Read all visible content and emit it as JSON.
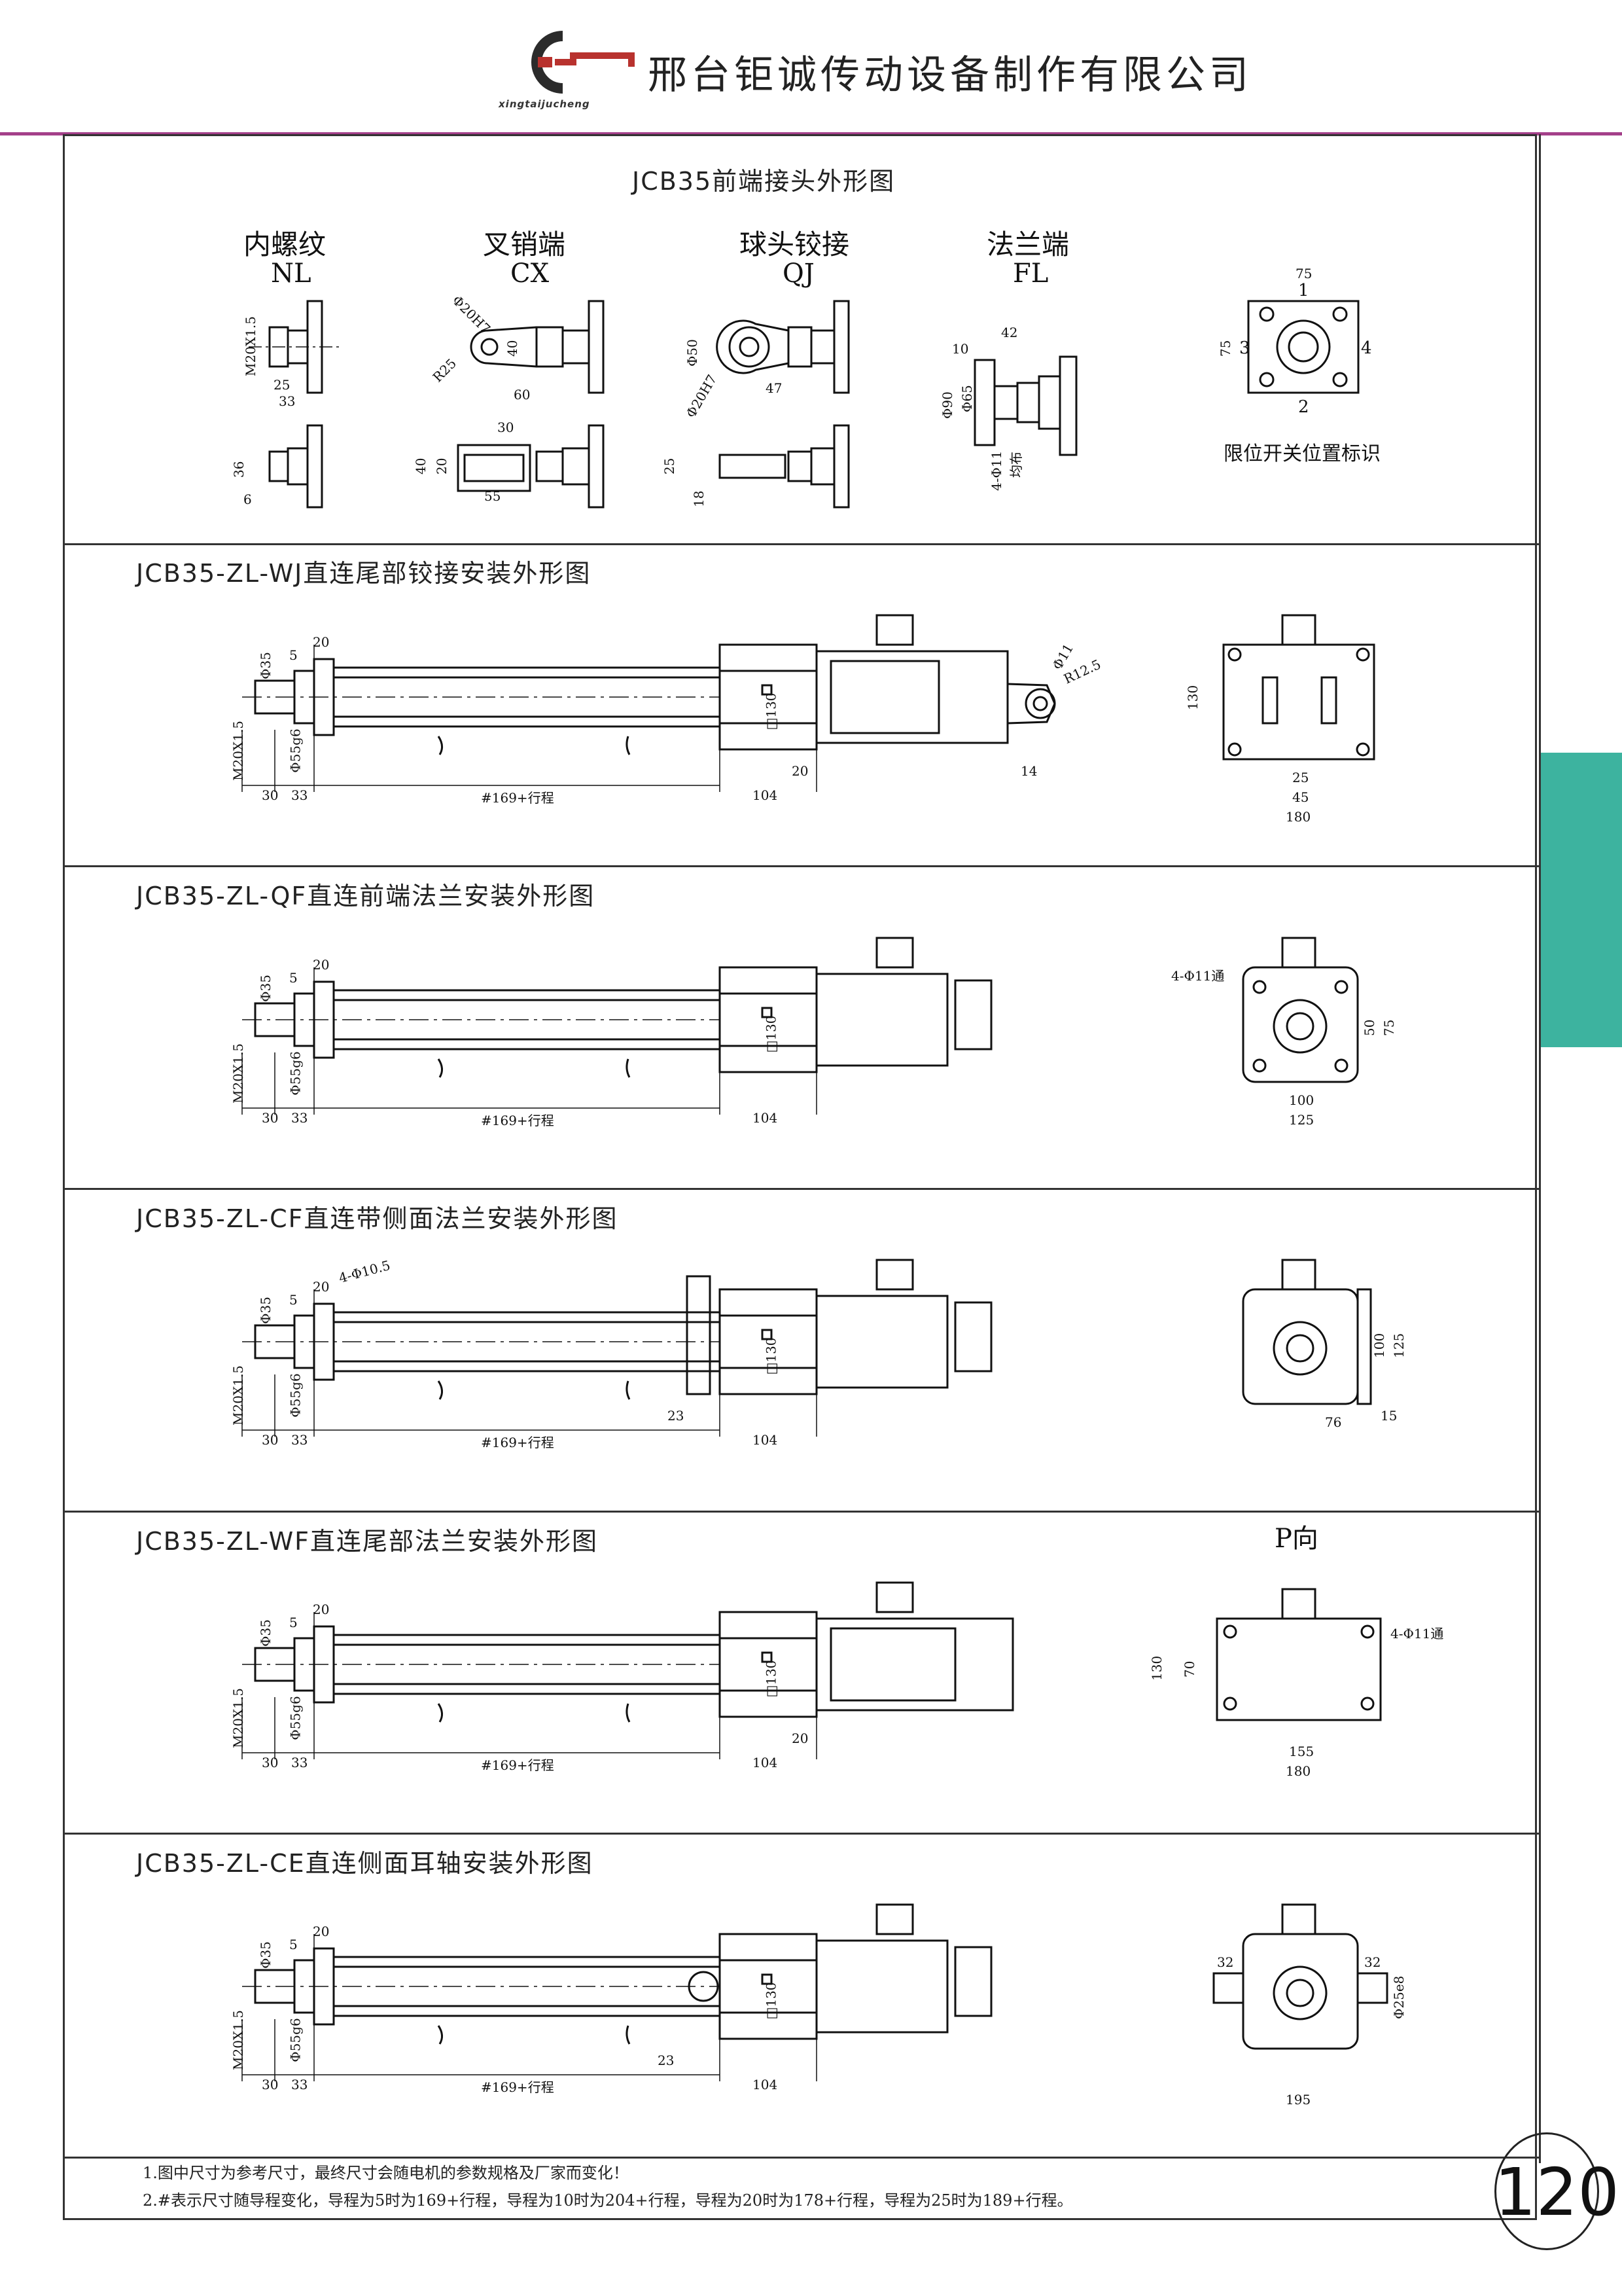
{
  "header": {
    "company_name": "邢台钜诚传动设备制作有限公司",
    "logo_subtitle": "xingtaijucheng",
    "accent_color": "#a4408a",
    "tab_color": "#3db39f"
  },
  "section_front": {
    "title": "JCB35前端接头外形图",
    "types": [
      {
        "name": "内螺纹",
        "code": "NL"
      },
      {
        "name": "叉销端",
        "code": "CX"
      },
      {
        "name": "球头铰接",
        "code": "QJ"
      },
      {
        "name": "法兰端",
        "code": "FL"
      }
    ],
    "nl_dims": {
      "thread": "M20X1.5",
      "d25": "25",
      "d33": "33",
      "d36": "36",
      "d6": "6"
    },
    "cx_dims": {
      "pin": "Φ20H7",
      "r": "R25",
      "d40": "40",
      "d60": "60",
      "d30": "30",
      "d40b": "40",
      "d20": "20",
      "d55": "55"
    },
    "qj_dims": {
      "d50": "Φ50",
      "pin": "Φ20H7",
      "d47": "47",
      "d25": "25",
      "d18": "18"
    },
    "fl_dims": {
      "d10": "10",
      "d42": "42",
      "d90": "Φ90",
      "d65": "Φ65",
      "holes": "4-Φ11",
      "even": "均布"
    },
    "switch_dims": {
      "d75a": "75",
      "d75b": "75",
      "n1": "1",
      "n2": "2",
      "n3": "3",
      "n4": "4"
    },
    "switch_label": "限位开关位置标识"
  },
  "common_dims": {
    "d35": "Φ35",
    "d5": "5",
    "d20": "20",
    "thread": "M20X1.5",
    "d55g6": "Φ55g6",
    "d30": "30",
    "d33": "33",
    "stroke": "#169+行程",
    "d104": "104",
    "d130": "□130"
  },
  "section_wj": {
    "title": "JCB35-ZL-WJ直连尾部铰接安装外形图",
    "d11": "Φ11",
    "r125": "R12.5",
    "d20": "20",
    "d14": "14",
    "side": {
      "d130": "130",
      "d25": "25",
      "d45": "45",
      "d180": "180"
    }
  },
  "section_qf": {
    "title": "JCB35-ZL-QF直连前端法兰安装外形图",
    "side": {
      "holes": "4-Φ11通",
      "d50": "50",
      "d75": "75",
      "d100": "100",
      "d125": "125"
    }
  },
  "section_cf": {
    "title": "JCB35-ZL-CF直连带侧面法兰安装外形图",
    "holes": "4-Φ10.5",
    "d23": "23",
    "side": {
      "d100": "100",
      "d125": "125",
      "d76": "76",
      "d15": "15"
    }
  },
  "section_wf": {
    "title": "JCB35-ZL-WF直连尾部法兰安装外形图",
    "view_label": "P向",
    "d20": "20",
    "side": {
      "holes": "4-Φ11通",
      "d130": "130",
      "d70": "70",
      "d155": "155",
      "d180": "180"
    }
  },
  "section_ce": {
    "title": "JCB35-ZL-CE直连侧面耳轴安装外形图",
    "d23": "23",
    "side": {
      "d32a": "32",
      "d32b": "32",
      "d25e8": "Φ25e8",
      "d195": "195"
    }
  },
  "notes": [
    "1.图中尺寸为参考尺寸，最终尺寸会随电机的参数规格及厂家而变化！",
    "2.#表示尺寸随导程变化，导程为5时为169+行程，导程为10时为204+行程，导程为20时为178+行程，导程为25时为189+行程。"
  ],
  "page_number": "120"
}
